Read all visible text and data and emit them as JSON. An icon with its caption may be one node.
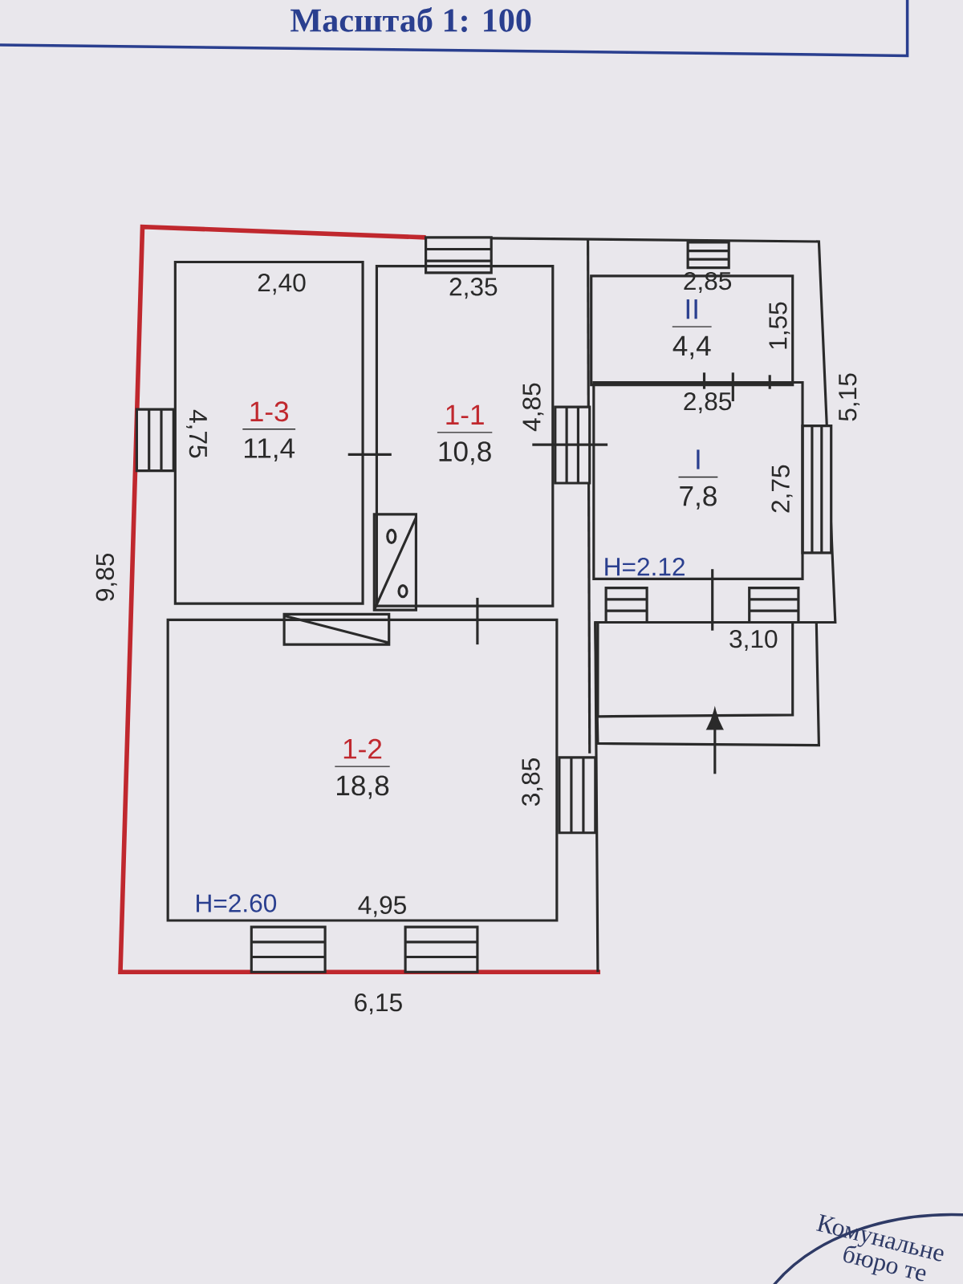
{
  "diagram": {
    "title": "Масштаб 1: 100",
    "nodes": [
      {
        "text": [
          "1-3",
          "11,4"
        ]
      },
      {
        "text": [
          "1-1",
          "10,8"
        ]
      },
      {
        "text": [
          "II",
          "4,4"
        ]
      },
      {
        "text": [
          "I",
          "7,8"
        ]
      },
      {
        "text": [
          "1-2",
          "18,8"
        ]
      }
    ],
    "labels": [
      "2,40",
      "2,35",
      "2,85",
      "1,55",
      "4,75",
      "4,85",
      "2,85",
      "5,15",
      "2,75",
      "9,85",
      "H=2.12",
      "3,10",
      "3,85",
      "H=2.60",
      "4,95",
      "6,15",
      "Комунальне",
      "бюро те"
    ]
  }
}
